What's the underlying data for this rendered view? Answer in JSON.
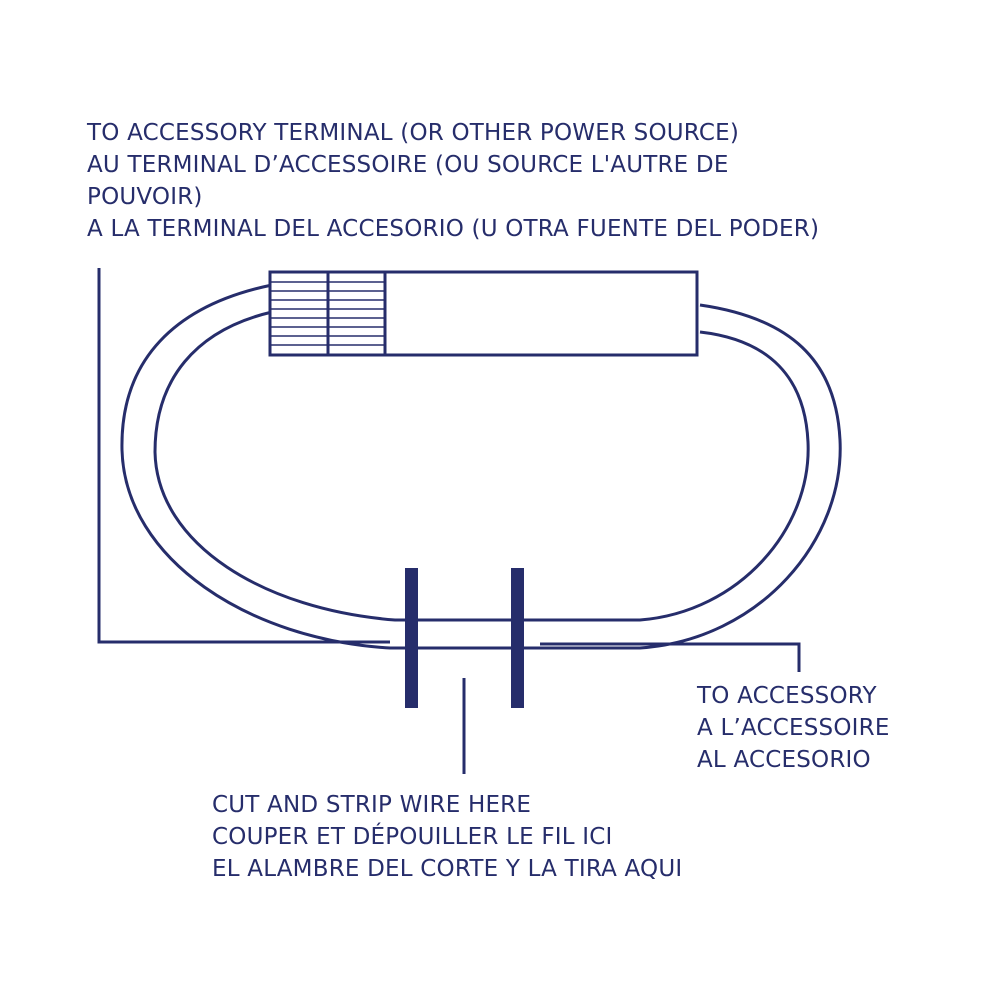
{
  "colors": {
    "ink": "#262d6b"
  },
  "labels": {
    "top": [
      "TO ACCESSORY TERMINAL (OR OTHER POWER SOURCE)",
      "AU TERMINAL D’ACCESSOIRE (OU SOURCE L'AUTRE DE",
      "POUVOIR)",
      "A LA TERMINAL DEL ACCESORIO (U OTRA FUENTE DEL PODER)"
    ],
    "accessory": [
      "TO ACCESSORY",
      "A L’ACCESSOIRE",
      "AL ACCESORIO"
    ],
    "cut": [
      "CUT AND STRIP WIRE HERE",
      "COUPER ET DÉPOUILLER LE FIL ICI",
      "EL ALAMBRE DEL CORTE Y LA TIRA AQUI"
    ]
  }
}
